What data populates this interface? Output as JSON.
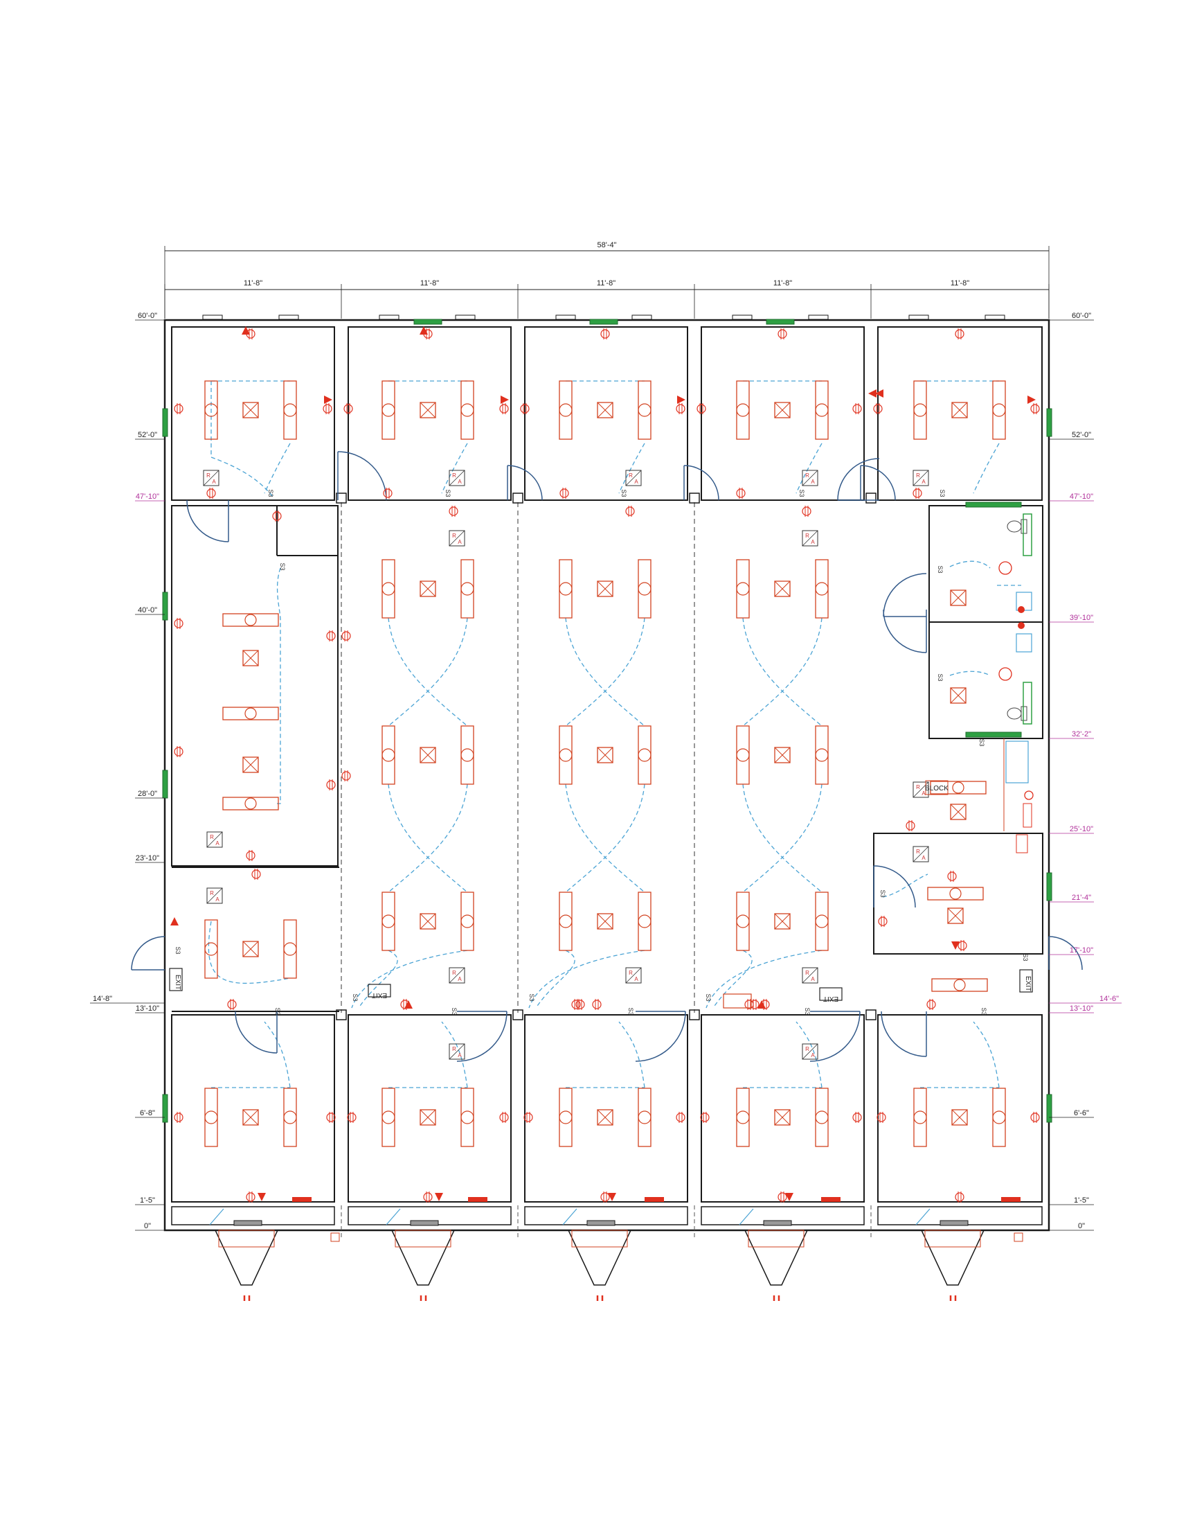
{
  "drawing": {
    "overall_width": "58'-4\"",
    "bay_widths": [
      "11'-8\"",
      "11'-8\"",
      "11'-8\"",
      "11'-8\"",
      "11'-8\""
    ],
    "elevations_left": [
      {
        "label": "60'-0\"",
        "accent": false
      },
      {
        "label": "52'-0\"",
        "accent": false
      },
      {
        "label": "47'-10\"",
        "accent": true
      },
      {
        "label": "40'-0\"",
        "accent": false
      },
      {
        "label": "28'-0\"",
        "accent": false
      },
      {
        "label": "23'-10\"",
        "accent": false
      },
      {
        "label": "14'-8\"",
        "accent": false
      },
      {
        "label": "13'-10\"",
        "accent": false
      },
      {
        "label": "6'-8\"",
        "accent": false
      },
      {
        "label": "1'-5\"",
        "accent": false
      },
      {
        "label": "0\"",
        "accent": false
      }
    ],
    "elevations_right": [
      {
        "label": "60'-0\"",
        "accent": false
      },
      {
        "label": "52'-0\"",
        "accent": false
      },
      {
        "label": "47'-10\"",
        "accent": true
      },
      {
        "label": "39'-10\"",
        "accent": true
      },
      {
        "label": "32'-2\"",
        "accent": true
      },
      {
        "label": "25'-10\"",
        "accent": true
      },
      {
        "label": "21'-4\"",
        "accent": true
      },
      {
        "label": "17'-10\"",
        "accent": true
      },
      {
        "label": "14'-6\"",
        "accent": true
      },
      {
        "label": "13'-10\"",
        "accent": true
      },
      {
        "label": "6'-6\"",
        "accent": false
      },
      {
        "label": "1'-5\"",
        "accent": false
      },
      {
        "label": "0\"",
        "accent": false
      }
    ],
    "exit_labels": [
      "EXIT",
      "EXIT",
      "EXIT",
      "EXIT"
    ],
    "block_label": "BLOCK",
    "ra_label": {
      "top": "R",
      "bottom": "A"
    },
    "switch_label": "S3",
    "colors": {
      "walls": "#1a1a1a",
      "fixtures": "#d2421f",
      "circuits": "#4aa3d4",
      "windows": "#2ea043",
      "accent_dims": "#b0309a",
      "devices": "#e0301e"
    }
  }
}
